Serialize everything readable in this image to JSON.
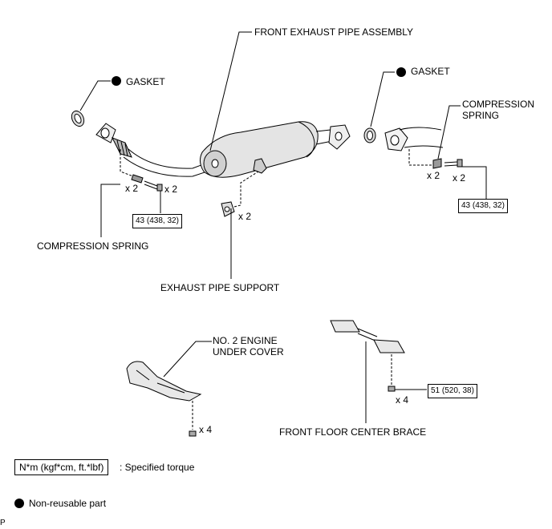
{
  "labels": {
    "front_exhaust_pipe_assembly": "FRONT EXHAUST PIPE ASSEMBLY",
    "gasket_left": "GASKET",
    "gasket_right": "GASKET",
    "compression_spring_right_line1": "COMPRESSION",
    "compression_spring_right_line2": "SPRING",
    "compression_spring_left": "COMPRESSION SPRING",
    "exhaust_pipe_support": "EXHAUST PIPE SUPPORT",
    "engine_under_cover_line1": "NO. 2 ENGINE",
    "engine_under_cover_line2": "UNDER COVER",
    "front_floor_center_brace": "FRONT FLOOR CENTER BRACE"
  },
  "quantities": {
    "left_spring": "x 2",
    "left_bolt": "x 2",
    "support": "x 2",
    "right_spring": "x 2",
    "right_bolt": "x 2",
    "cover_bolt": "x 4",
    "brace_bolt": "x 4"
  },
  "torques": {
    "left_bolt": "43 (438, 32)",
    "right_bolt": "43 (438, 32)",
    "brace_bolt": "51 (520, 38)"
  },
  "legend": {
    "torque_unit": "N*m (kgf*cm, ft.*lbf)",
    "torque_desc": ": Specified torque",
    "non_reusable": "Non-reusable part"
  },
  "corner_mark": "P"
}
